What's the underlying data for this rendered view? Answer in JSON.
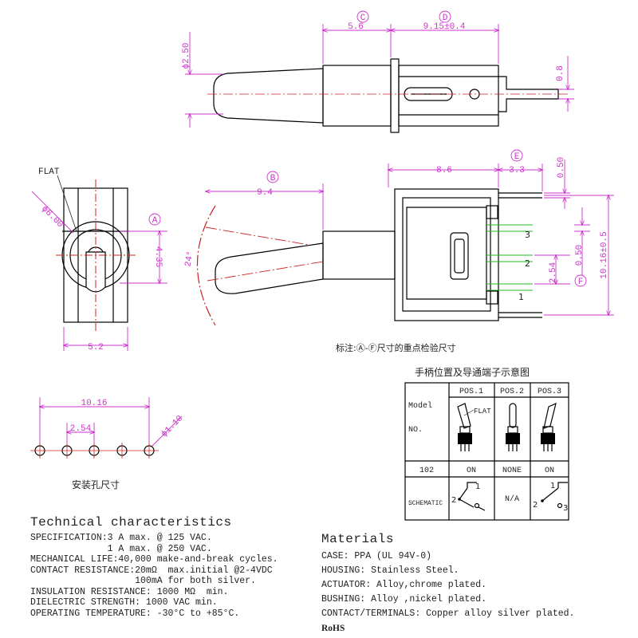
{
  "dims": {
    "c_label": "C",
    "d_label": "D",
    "b_label": "B",
    "e_label": "E",
    "a_label": "A",
    "f_label": "F",
    "top_5_6": "5.6",
    "top_9_15": "9.15±0.4",
    "phi_2_50": "ϕ2.50",
    "top_0_8": "0.8",
    "flat": "FLAT",
    "phi_6_00": "ϕ6.00",
    "h_4_35": "4.35",
    "w_5_2": "5.2",
    "w_9_4": "9.4",
    "angle_24": "24°",
    "w_8_6": "8.6",
    "w_3_3": "3.3",
    "v_0_50_top": "0.50",
    "v_0_50_mid": "0.50",
    "v_2_54": "2.54",
    "v_10_16": "10.16±0.5",
    "pin_3": "3",
    "pin_2": "2",
    "pin_1": "1",
    "note": "标注:Ⓐ-Ⓕ尺寸的重点检验尺寸",
    "hole_10_16": "10.16",
    "hole_2_54": "2.54",
    "hole_phi_1_10": "ϕ1.10",
    "hole_caption": "安装孔尺寸"
  },
  "pos_table": {
    "title": "手柄位置及导通端子示意图",
    "model_label": "Model",
    "no_label": "NO.",
    "headers": [
      "POS.1",
      "POS.2",
      "POS.3"
    ],
    "flat_label": "FLAT",
    "row_model": "102",
    "row_values": [
      "ON",
      "NONE",
      "ON"
    ],
    "schematic_label": "SCHEMATIC",
    "schematic_mid": "N/A",
    "sch_left_1": "1",
    "sch_left_2": "2",
    "sch_right_1": "1",
    "sch_right_2": "2",
    "sch_right_3": "3"
  },
  "technical": {
    "title": "Technical characteristics",
    "lines": [
      "SPECIFICATION:3 A max. @ 125 VAC.",
      "              1 A max. @ 250 VAC.",
      "MECHANICAL LIFE:40,000 make-and-break cycles.",
      "CONTACT RESISTANCE:20mΩ  max.initial @2-4VDC",
      "                   100mA for both silver.",
      "INSULATION RESISTANCE: 1000 MΩ  min.",
      "DIELECTRIC STRENGTH: 1000 VAC min.",
      "OPERATING TEMPERATURE: -30°C to +85°C."
    ]
  },
  "materials": {
    "title": "Materials",
    "lines": [
      "CASE: PPA (UL 94V-0)",
      "HOUSING: Stainless Steel.",
      "ACTUATOR: Alloy,chrome plated.",
      "BUSHING: Alloy ,nickel plated.",
      "CONTACT/TERMINALS: Copper alloy silver plated.",
      "RoHS"
    ]
  }
}
